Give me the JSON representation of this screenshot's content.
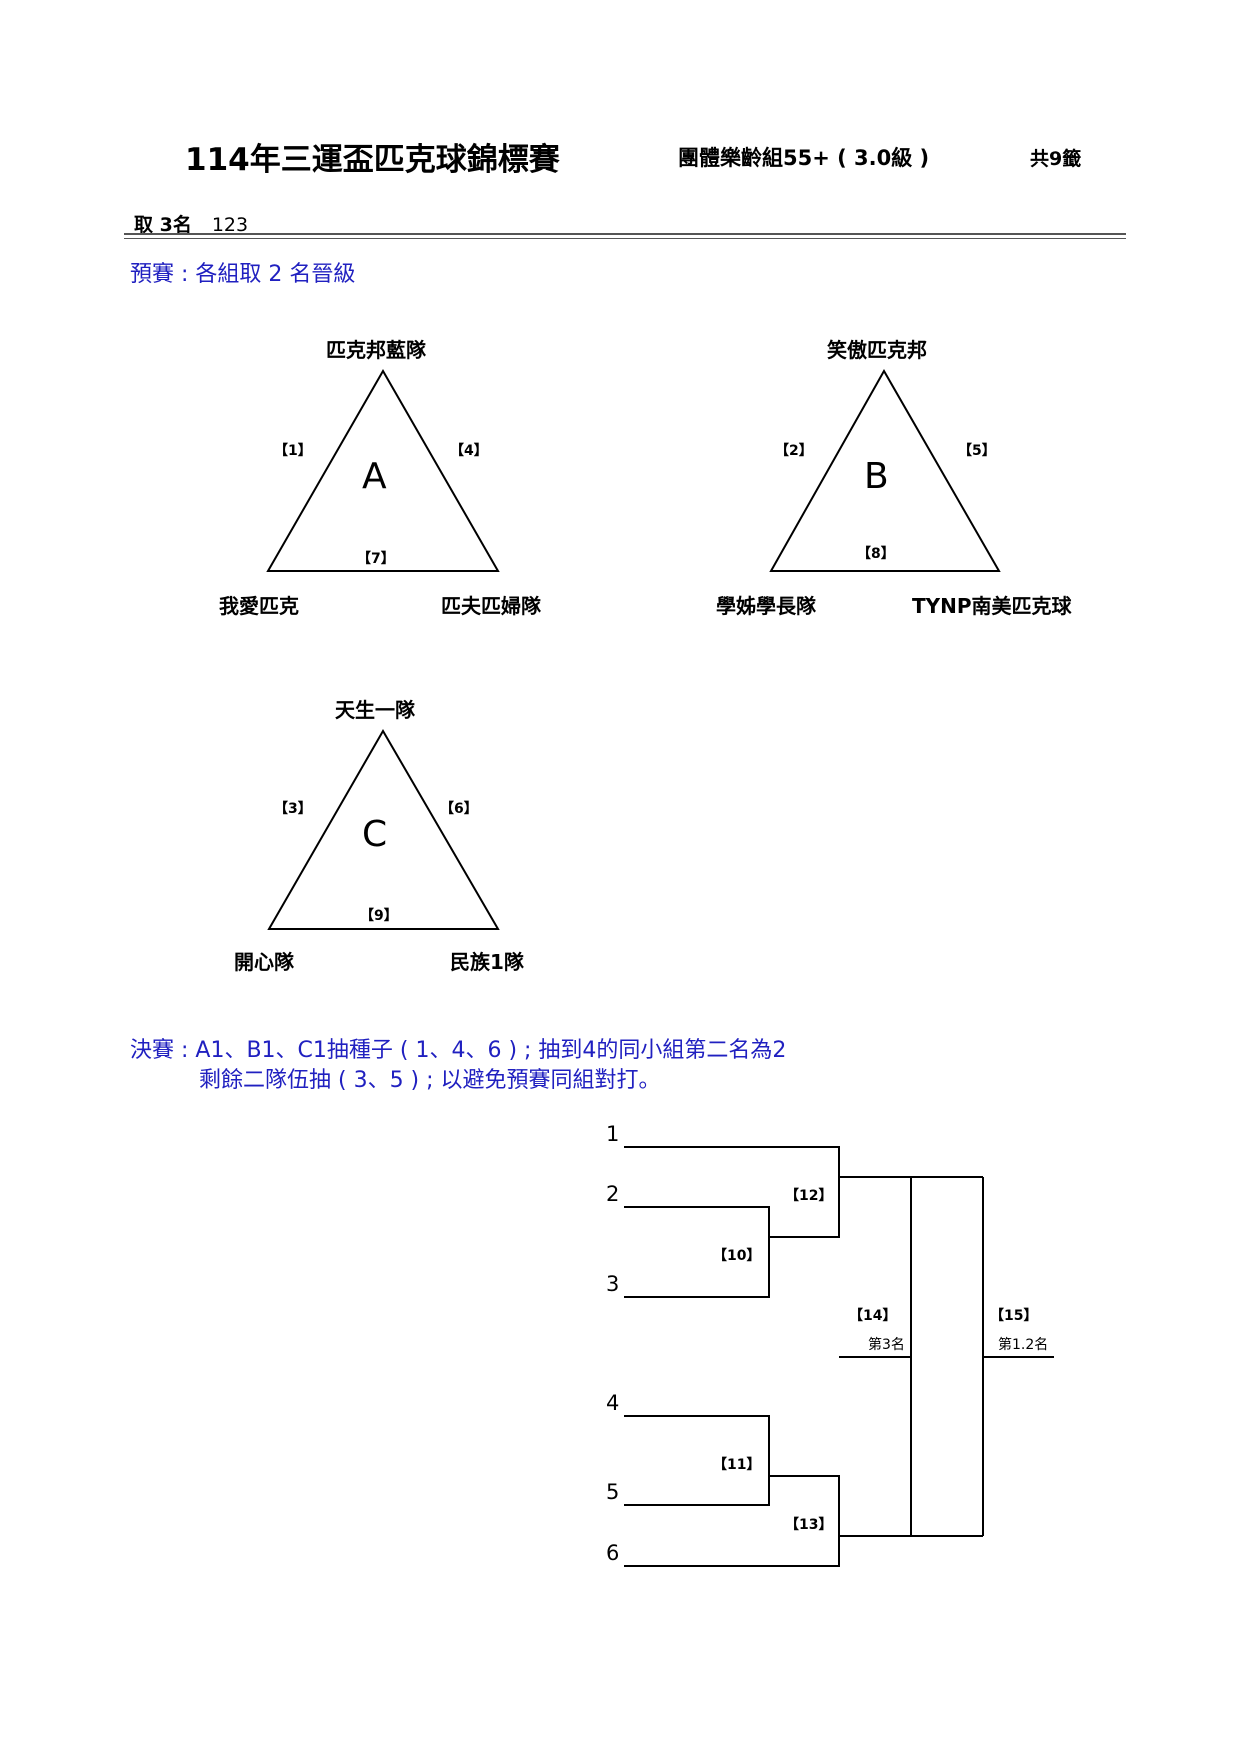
{
  "header": {
    "title": "114年三運盃匹克球錦標賽",
    "division": "團體樂齡組55+ ( 3.0級 )",
    "draws": "共9籤"
  },
  "take": {
    "label": "取 3名",
    "value": "123"
  },
  "prelim": {
    "note": "預賽 : 各組取 2 名晉級"
  },
  "groups": [
    {
      "letter": "A",
      "top_team": "匹克邦藍隊",
      "left_team": "我愛匹克",
      "right_team": "匹夫匹婦隊",
      "left_match": "【1】",
      "right_match": "【4】",
      "bottom_match": "【7】"
    },
    {
      "letter": "B",
      "top_team": "笑傲匹克邦",
      "left_team": "學姊學長隊",
      "right_team": "TYNP南美匹克球",
      "left_match": "【2】",
      "right_match": "【5】",
      "bottom_match": "【8】"
    },
    {
      "letter": "C",
      "top_team": "天生一隊",
      "left_team": "開心隊",
      "right_team": "民族1隊",
      "left_match": "【3】",
      "right_match": "【6】",
      "bottom_match": "【9】"
    }
  ],
  "finals": {
    "line1": "決賽 : A1、B1、C1抽種子 ( 1、4、6 ) ; 抽到4的同小組第二名為2",
    "line2": "剩餘二隊伍抽 ( 3、5 ) ; 以避免預賽同組對打。"
  },
  "bracket": {
    "seeds": [
      "1",
      "2",
      "3",
      "4",
      "5",
      "6"
    ],
    "matches": {
      "m10": "【10】",
      "m11": "【11】",
      "m12": "【12】",
      "m13": "【13】",
      "m14": "【14】",
      "m15": "【15】"
    },
    "third_place": "第3名",
    "first_second": "第1.2名"
  }
}
